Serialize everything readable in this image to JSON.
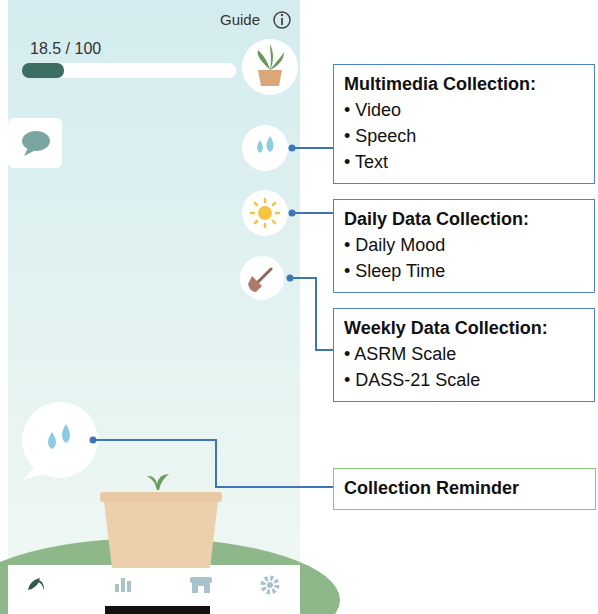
{
  "diagram": {
    "nodes": [
      {
        "text": [
          "Multimedia Collection:",
          "• Video",
          "• Speech",
          "• Text"
        ]
      },
      {
        "text": [
          "Daily Data Collection:",
          "• Daily Mood",
          "• Sleep Time"
        ]
      },
      {
        "text": [
          "Weekly Data Collection:",
          "• ASRM Scale",
          "• DASS-21 Scale"
        ]
      },
      {
        "text": [
          "Collection Reminder"
        ]
      }
    ],
    "labels": [
      "Guide",
      "18.5 / 100"
    ]
  }
}
